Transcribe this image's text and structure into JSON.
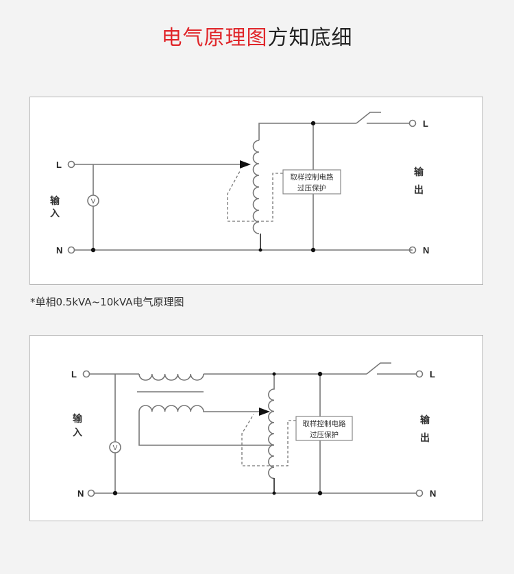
{
  "title": {
    "highlight": "电气原理图",
    "rest": "方知底细",
    "highlight_color": "#e0262a"
  },
  "diagram1": {
    "input_L": "L",
    "input_N": "N",
    "output_L": "L",
    "output_N": "N",
    "input_label": [
      "输",
      "入"
    ],
    "output_label": [
      "输",
      "出"
    ],
    "voltmeter": "V",
    "control_box": [
      "取样控制电路",
      "过压保护"
    ]
  },
  "caption": "*单相0.5kVA~10kVA电气原理图",
  "diagram2": {
    "input_L": "L",
    "input_N": "N",
    "output_L": "L",
    "output_N": "N",
    "input_label": [
      "输",
      "入"
    ],
    "output_label": [
      "输",
      "出"
    ],
    "voltmeter": "V",
    "control_box": [
      "取样控制电路",
      "过压保护"
    ]
  }
}
